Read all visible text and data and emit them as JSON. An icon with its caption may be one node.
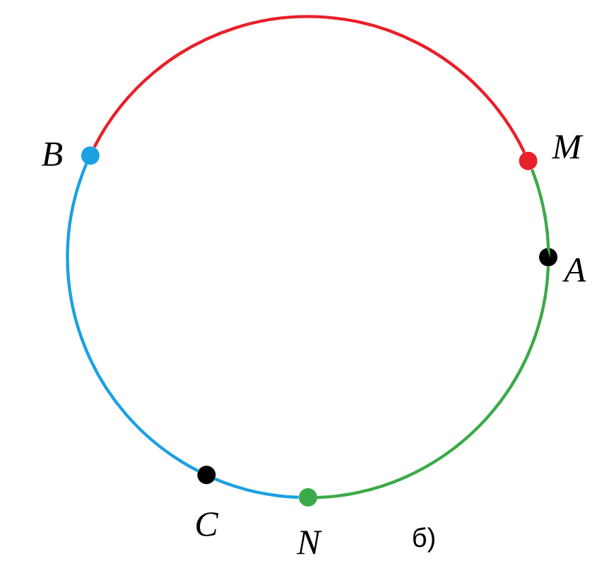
{
  "diagram": {
    "nodes": [
      {
        "text": [],
        "shape": "circle",
        "beside": [
          "*B*"
        ]
      },
      {
        "text": [],
        "shape": "circle",
        "beside": [
          "*M*"
        ]
      },
      {
        "text": [],
        "shape": "circle",
        "beside": [
          "*A*"
        ]
      },
      {
        "text": [],
        "shape": "circle",
        "beside": [
          "*C*"
        ]
      },
      {
        "text": [],
        "shape": "circle",
        "beside": [
          "*N*"
        ]
      }
    ],
    "edges": [
      {
        "from": 0,
        "to": 1,
        "arrow": "none",
        "color": "#e8202a"
      },
      {
        "from": 1,
        "to": 2,
        "arrow": "none",
        "color": "#3aaa48"
      },
      {
        "from": 2,
        "to": 4,
        "arrow": "none",
        "color": "#3aaa48"
      },
      {
        "from": 4,
        "to": 3,
        "arrow": "none",
        "color": "#1ba1e2"
      },
      {
        "from": 3,
        "to": 0,
        "arrow": "none",
        "color": "#1ba1e2"
      }
    ],
    "labels": [
      "б)"
    ]
  }
}
